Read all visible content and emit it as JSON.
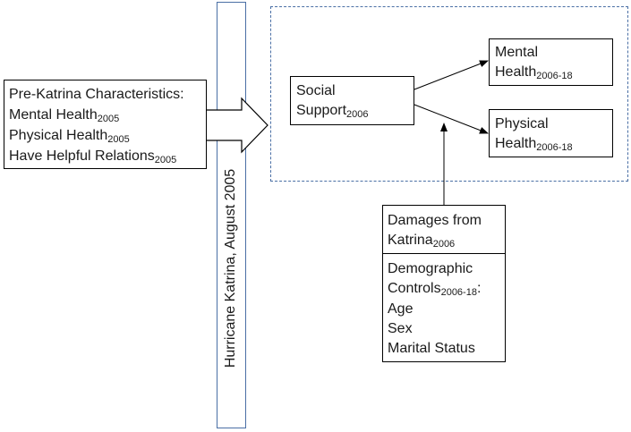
{
  "event_bar": {
    "label": "Hurricane Katrina, August 2005"
  },
  "pre_katrina": {
    "heading": "Pre-Katrina Characteristics:",
    "items": [
      {
        "text": "Mental Health",
        "sub": "2005"
      },
      {
        "text": "Physical Health",
        "sub": "2005"
      },
      {
        "text": "Have Helpful Relations",
        "sub": "2005"
      }
    ]
  },
  "social_support": {
    "line1": "Social",
    "line2": "Support",
    "sub": "2006"
  },
  "mental_health": {
    "line1": "Mental",
    "line2": "Health",
    "sub": "2006-18"
  },
  "physical_health": {
    "line1": "Physical",
    "line2": "Health",
    "sub": "2006-18"
  },
  "damages": {
    "line1": "Damages from",
    "line2": "Katrina",
    "sub": "2006"
  },
  "demographics": {
    "line1": "Demographic",
    "line2": "Controls",
    "sub": "2006-18",
    "suffix": ":",
    "items": [
      "Age",
      "Sex",
      "Marital Status"
    ]
  },
  "colors": {
    "accent_border": "#4a6fa5",
    "line": "#000000"
  }
}
